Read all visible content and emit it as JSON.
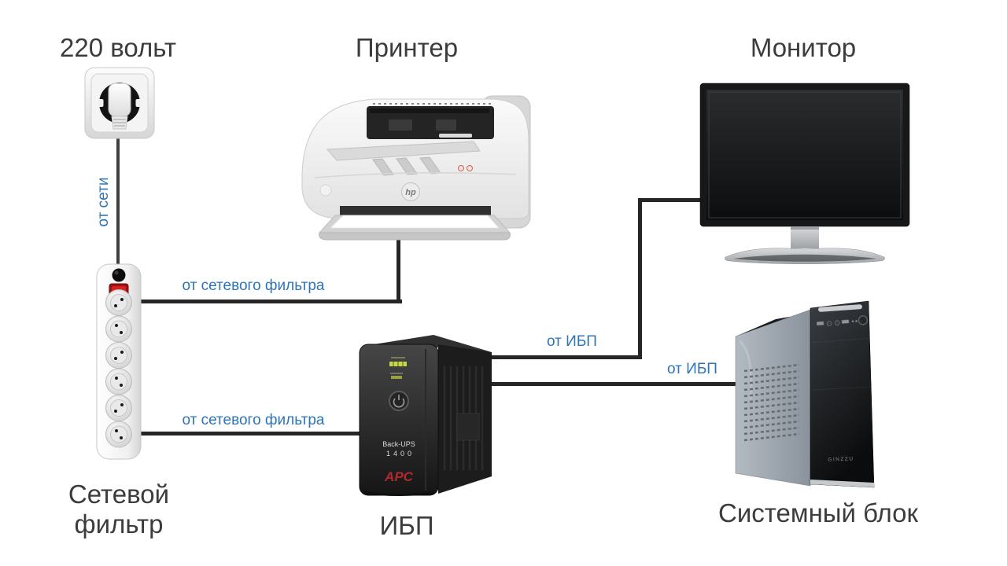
{
  "headings": {
    "outlet": "220 вольт",
    "printer": "Принтер",
    "monitor": "Монитор",
    "surge_protector": "Сетевой фильтр",
    "ups": "ИБП",
    "system_unit": "Системный блок"
  },
  "wire_labels": {
    "from_mains": "от сети",
    "from_surge_to_printer": "от сетевого фильтра",
    "from_surge_to_ups": "от сетевого фильтра",
    "from_ups_to_monitor": "от ИБП",
    "from_ups_to_system": "от ИБП"
  },
  "device_text": {
    "ups_brand": "APC",
    "ups_model": "Back-UPS",
    "ups_power_rating": "1400",
    "printer_logo": "hp",
    "system_brand": "GINZZU"
  },
  "colors": {
    "label_blue": "#2E75B6",
    "heading_gray": "#3C3C3C",
    "wire_black": "#262626",
    "apc_red": "#B3282D",
    "switch_red": "#C0181B",
    "indicator_yellow": "#C8D64A"
  }
}
